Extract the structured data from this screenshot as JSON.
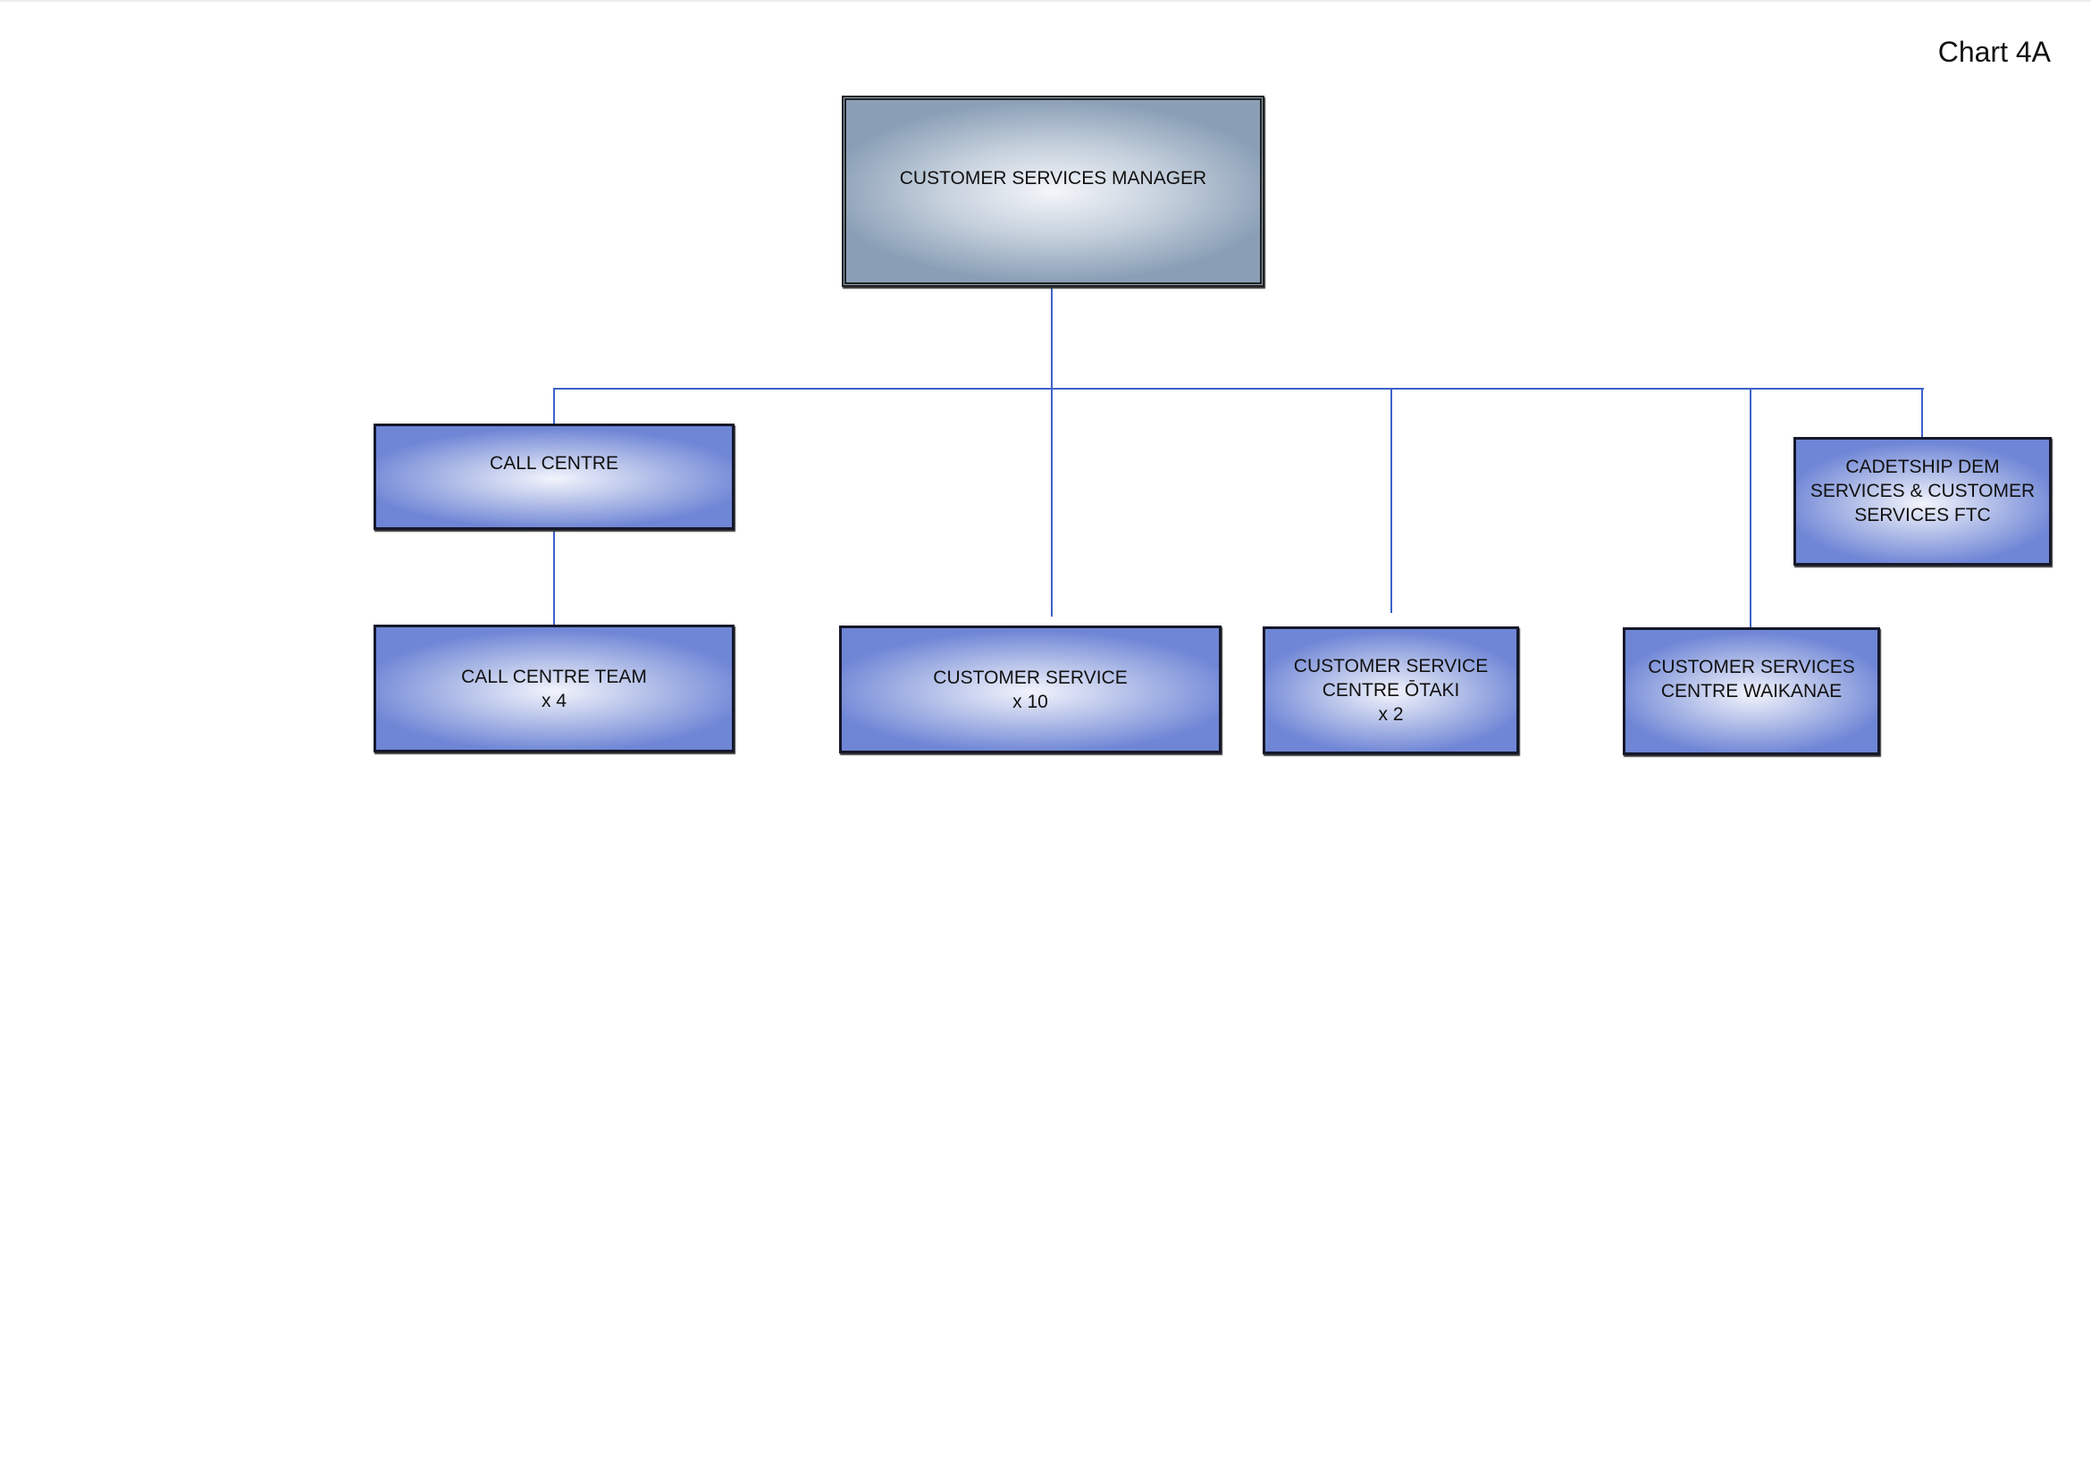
{
  "chart_label": "Chart 4A",
  "accent_line_color": "#3d62c8",
  "nodes": {
    "manager": {
      "lines": [
        "CUSTOMER SERVICES MANAGER"
      ]
    },
    "call_centre": {
      "lines": [
        "CALL CENTRE"
      ]
    },
    "call_centre_team": {
      "lines": [
        "CALL CENTRE TEAM",
        "x 4"
      ]
    },
    "customer_service": {
      "lines": [
        "CUSTOMER SERVICE",
        "x 10"
      ]
    },
    "otaki": {
      "lines": [
        "CUSTOMER SERVICE",
        "CENTRE ŌTAKI",
        "x 2"
      ]
    },
    "waikanae": {
      "lines": [
        "CUSTOMER SERVICES",
        "CENTRE WAIKANAE"
      ]
    },
    "cadetship": {
      "lines": [
        "CADETSHIP DEM",
        "SERVICES & CUSTOMER",
        "SERVICES FTC"
      ]
    }
  },
  "edges": [
    [
      "manager",
      "call_centre"
    ],
    [
      "call_centre",
      "call_centre_team"
    ],
    [
      "manager",
      "customer_service"
    ],
    [
      "manager",
      "otaki"
    ],
    [
      "manager",
      "waikanae"
    ],
    [
      "manager",
      "cadetship"
    ]
  ]
}
